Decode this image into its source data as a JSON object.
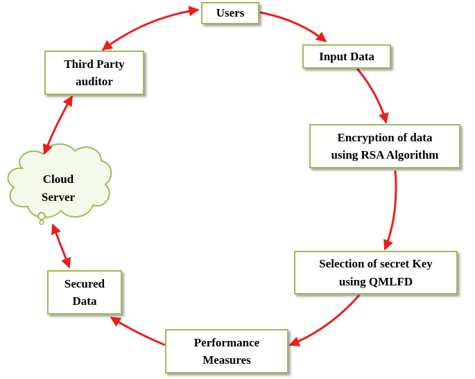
{
  "diagram": {
    "nodes": {
      "users": {
        "lines": [
          "Users"
        ]
      },
      "input_data": {
        "lines": [
          "Input Data"
        ]
      },
      "encryption": {
        "lines": [
          "Encryption of data",
          "using RSA Algorithm"
        ]
      },
      "selection": {
        "lines": [
          "Selection of secret Key",
          "using QMLFD"
        ]
      },
      "performance": {
        "lines": [
          "Performance",
          "Measures"
        ]
      },
      "secured": {
        "lines": [
          "Secured",
          "Data"
        ]
      },
      "cloud": {
        "lines": [
          "Cloud",
          "Server"
        ]
      },
      "third_party": {
        "lines": [
          "Third Party",
          "auditor"
        ]
      }
    },
    "colors": {
      "arrow": "#ee1c1c",
      "box_border": "#9bbb59",
      "cloud_fill": "#f4f9e9",
      "cloud_border": "#9bbb59"
    }
  }
}
